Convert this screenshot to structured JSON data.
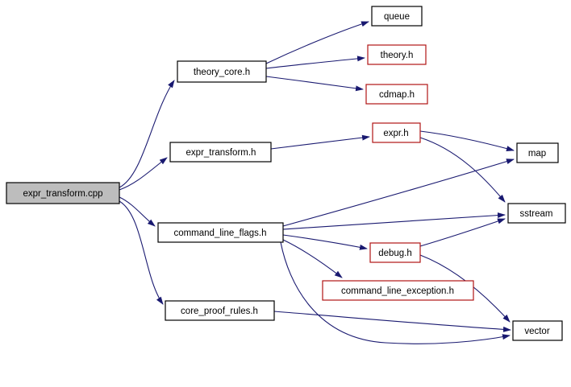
{
  "graph": {
    "kind": "include-dependency-graph",
    "root": "expr_transform.cpp",
    "nodes": [
      {
        "label": "expr_transform.cpp",
        "type": "root"
      },
      {
        "label": "theory_core.h",
        "type": "normal"
      },
      {
        "label": "queue",
        "type": "normal"
      },
      {
        "label": "theory.h",
        "type": "truncated"
      },
      {
        "label": "cdmap.h",
        "type": "truncated"
      },
      {
        "label": "expr_transform.h",
        "type": "normal"
      },
      {
        "label": "expr.h",
        "type": "truncated"
      },
      {
        "label": "map",
        "type": "normal"
      },
      {
        "label": "command_line_flags.h",
        "type": "normal"
      },
      {
        "label": "sstream",
        "type": "normal"
      },
      {
        "label": "debug.h",
        "type": "truncated"
      },
      {
        "label": "command_line_exception.h",
        "type": "truncated"
      },
      {
        "label": "core_proof_rules.h",
        "type": "normal"
      },
      {
        "label": "vector",
        "type": "normal"
      }
    ],
    "edges": [
      {
        "from": "expr_transform.cpp",
        "to": "theory_core.h"
      },
      {
        "from": "expr_transform.cpp",
        "to": "expr_transform.h"
      },
      {
        "from": "expr_transform.cpp",
        "to": "command_line_flags.h"
      },
      {
        "from": "expr_transform.cpp",
        "to": "core_proof_rules.h"
      },
      {
        "from": "theory_core.h",
        "to": "queue"
      },
      {
        "from": "theory_core.h",
        "to": "theory.h"
      },
      {
        "from": "theory_core.h",
        "to": "cdmap.h"
      },
      {
        "from": "expr_transform.h",
        "to": "expr.h"
      },
      {
        "from": "expr.h",
        "to": "map"
      },
      {
        "from": "expr.h",
        "to": "sstream"
      },
      {
        "from": "command_line_flags.h",
        "to": "map"
      },
      {
        "from": "command_line_flags.h",
        "to": "sstream"
      },
      {
        "from": "command_line_flags.h",
        "to": "debug.h"
      },
      {
        "from": "command_line_flags.h",
        "to": "command_line_exception.h"
      },
      {
        "from": "command_line_flags.h",
        "to": "vector"
      },
      {
        "from": "debug.h",
        "to": "sstream"
      },
      {
        "from": "debug.h",
        "to": "vector"
      },
      {
        "from": "core_proof_rules.h",
        "to": "vector"
      }
    ]
  },
  "colors": {
    "edge": "#191970",
    "node_border": "#000000",
    "truncated_border": "#b01414",
    "node_fill": "#ffffff",
    "root_fill": "#bdbdbd",
    "background": "#ffffff"
  }
}
